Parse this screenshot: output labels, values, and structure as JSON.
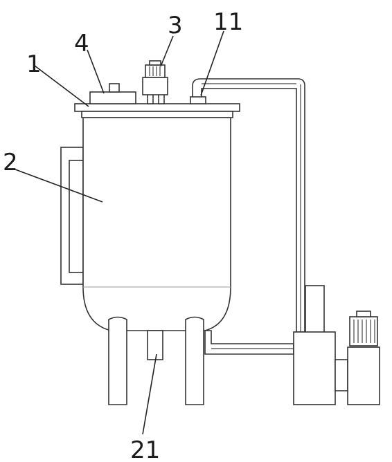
{
  "labels": {
    "lid": "1",
    "tank_body": "2",
    "top_motor": "3",
    "hatch": "4",
    "outlet_pipe": "11",
    "drain": "21"
  }
}
